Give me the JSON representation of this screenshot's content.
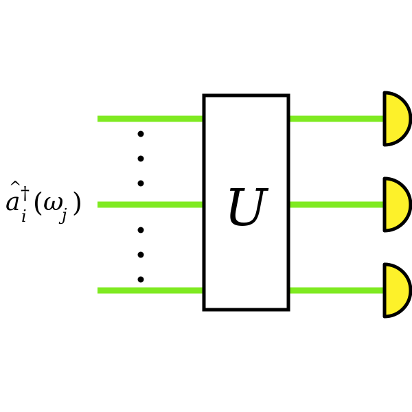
{
  "colors": {
    "background": "#ffffff",
    "waveguide": "#7fea21",
    "detector_fill": "#fdf12a",
    "outline": "#000000",
    "box_fill": "#ffffff"
  },
  "input_label": {
    "operator": "a",
    "hat": "^",
    "dagger": "†",
    "subscript": "i",
    "open_paren": "(",
    "argument": "ω",
    "argument_subscript": "j",
    "close_paren": ")"
  },
  "unitary_label": "U",
  "diagram": {
    "mode_count": 3,
    "detector_count": 3,
    "icons": [
      "detector-icon",
      "ellipsis-dots-icon"
    ]
  }
}
